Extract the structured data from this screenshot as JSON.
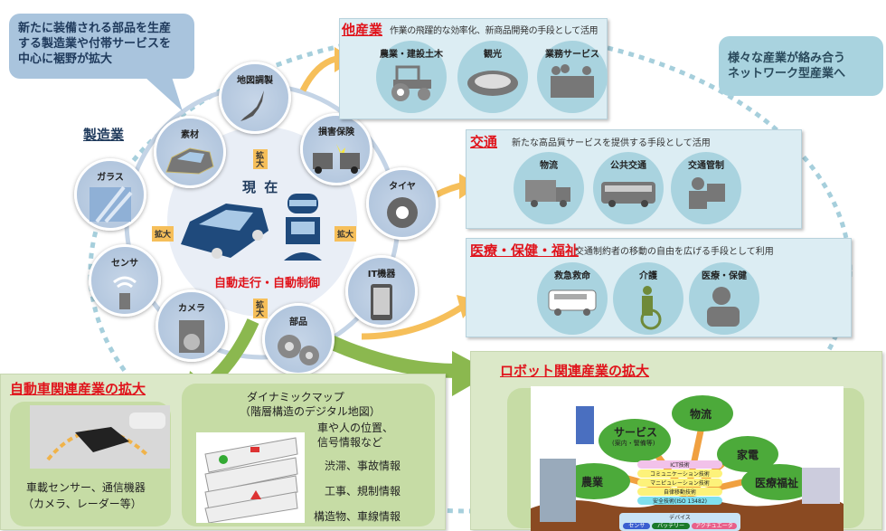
{
  "left_bubble": {
    "lines": [
      "新たに装備される部品を生産",
      "する製造業や付帯サービスを",
      "中心に裾野が拡大"
    ]
  },
  "right_bubble": {
    "lines": [
      "様々な産業が絡み合う",
      "ネットワーク型産業へ"
    ]
  },
  "manufacturing_label": "製造業",
  "center": {
    "title": "現 在",
    "caption": "自動走行・自動制御",
    "expand": "拡大"
  },
  "ring_nodes": [
    "地図調製",
    "損害保険",
    "タイヤ",
    "IT機器",
    "部品",
    "カメラ",
    "センサ",
    "ガラス",
    "素材"
  ],
  "panels": [
    {
      "title": "他産業",
      "subtitle": "作業の飛躍的な効率化、新商品開発の手段として活用",
      "items": [
        "農業・建設土木",
        "観光",
        "業務サービス"
      ]
    },
    {
      "title": "交通",
      "subtitle": "新たな高品質サービスを提供する手段として活用",
      "items": [
        "物流",
        "公共交通",
        "交通管制"
      ]
    },
    {
      "title": "医療・保健・福祉",
      "subtitle": "交通制約者の移動の自由を広げる手段として利用",
      "items": [
        "救急救命",
        "介護",
        "医療・保健"
      ]
    }
  ],
  "auto_box": {
    "title": "自動車関連産業の拡大",
    "left_caption": [
      "車載センサー、通信機器",
      "（カメラ、レーダー等）"
    ],
    "map_title": [
      "ダイナミックマップ",
      "（階層構造のデジタル地図）"
    ],
    "layers": [
      "車や人の位置、",
      "信号情報など",
      "渋滞、事故情報",
      "工事、規制情報",
      "構造物、車線情報"
    ]
  },
  "robot_box": {
    "title": "ロボット関連産業の拡大",
    "clouds": [
      "サービス",
      "(案内・警備等)",
      "物流",
      "家電",
      "農業",
      "医療福祉"
    ],
    "tech": [
      "ICT技術",
      "コミュニケーション技術",
      "マニピュレーション技術",
      "自律移動技術",
      "安全技術(ISO 13482)"
    ],
    "device_label": "デバイス",
    "devices": [
      "センサ",
      "バッテリー",
      "アクチュエータ"
    ]
  }
}
